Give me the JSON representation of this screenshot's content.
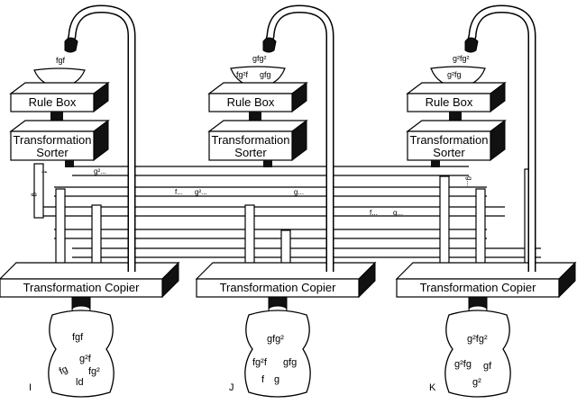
{
  "units": [
    {
      "id": "I",
      "faucet_label": "fgf",
      "bowl_items": [],
      "rule_box": "Rule Box",
      "sorter": [
        "Transformation",
        "Sorter"
      ],
      "bag_items": [
        "fgf",
        "g²f",
        "fg",
        "ld",
        "fg²"
      ]
    },
    {
      "id": "J",
      "faucet_label": "gfg²",
      "bowl_items": [
        "fg²f",
        "gfg"
      ],
      "rule_box": "Rule Box",
      "sorter": [
        "Transformation",
        "Sorter"
      ],
      "bag_items": [
        "gfg²",
        "fg²f",
        "gfg",
        "f",
        "g"
      ]
    },
    {
      "id": "K",
      "faucet_label": "g²fg²",
      "bowl_items": [
        "g²fg"
      ],
      "rule_box": "Rule Box",
      "sorter": [
        "Transformation",
        "Sorter"
      ],
      "bag_items": [
        "g²fg²",
        "g²fg",
        "gf",
        "g²"
      ]
    }
  ],
  "copier_label": "Transformation Copier",
  "pipe_labels": {
    "g2_dots": "g²...",
    "f_dots_mid": "f...",
    "g2_dots_mid": "g²...",
    "g_dots_mid": "g...",
    "f_dots_low": "f...",
    "g_dots_low": "g...",
    "side_f": "f",
    "side_g": "g",
    "side_g_right": "g..."
  }
}
